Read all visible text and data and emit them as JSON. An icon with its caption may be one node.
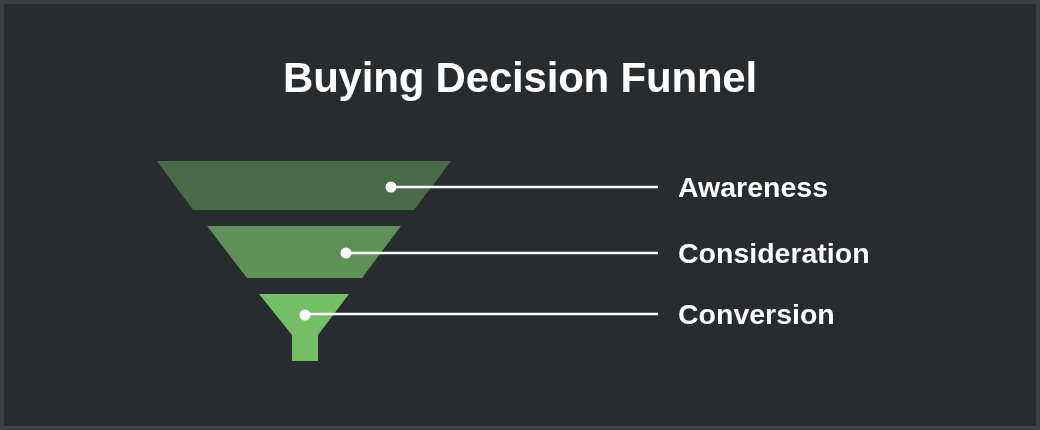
{
  "diagram": {
    "title": "Buying Decision Funnel",
    "nodes": [
      {
        "text": [],
        "shape": "trapezoid"
      },
      {
        "text": [
          "Awareness"
        ]
      },
      {
        "text": [],
        "shape": "trapezoid"
      },
      {
        "text": [
          "Consideration"
        ]
      },
      {
        "text": [],
        "shape": "funnel"
      },
      {
        "text": [
          "Conversion"
        ]
      }
    ],
    "edges": [
      {
        "from": 1,
        "to": 0,
        "arrow": "other"
      },
      {
        "from": 3,
        "to": 2,
        "arrow": "other"
      },
      {
        "from": 5,
        "to": 4,
        "arrow": "other"
      }
    ]
  }
}
